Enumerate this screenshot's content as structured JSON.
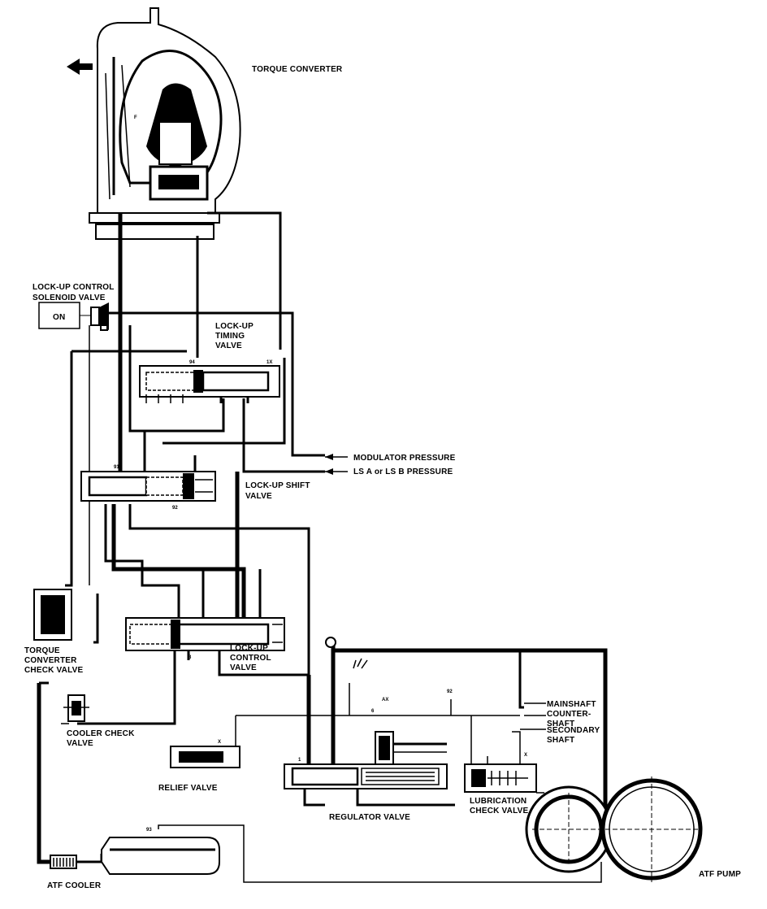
{
  "labels": {
    "torque_converter": "TORQUE CONVERTER",
    "solenoid_line1": "LOCK-UP CONTROL",
    "solenoid_line2": "SOLENOID VALVE",
    "solenoid_state": "ON",
    "timing_line1": "LOCK-UP",
    "timing_line2": "TIMING",
    "timing_line3": "VALVE",
    "modulator": "MODULATOR PRESSURE",
    "ls_pressure": "LS A or LS B PRESSURE",
    "shift_line1": "LOCK-UP SHIFT",
    "shift_line2": "VALVE",
    "tc_check_line1": "TORQUE",
    "tc_check_line2": "CONVERTER",
    "tc_check_line3": "CHECK VALVE",
    "control_line1": "LOCK-UP",
    "control_line2": "CONTROL",
    "control_line3": "VALVE",
    "mainshaft": "MAINSHAFT",
    "countershaft_line1": "COUNTER-",
    "countershaft_line2": "SHAFT",
    "secondary_line1": "SECONDARY",
    "secondary_line2": "SHAFT",
    "cooler_check_line1": "COOLER CHECK",
    "cooler_check_line2": "VALVE",
    "relief": "RELIEF VALVE",
    "regulator": "REGULATOR VALVE",
    "lube_line1": "LUBRICATION",
    "lube_line2": "CHECK VALVE",
    "atf_cooler": "ATF COOLER",
    "atf_pump": "ATF PUMP"
  },
  "port_labels": {
    "p_a": "94",
    "p_b": "91",
    "p_c": "92",
    "p_d": "3",
    "p_e": "1X",
    "p_f": "X",
    "p_g": "AX",
    "p_h": "92",
    "p_i": "6",
    "p_j": "1",
    "p_k": "X",
    "p_l": "93"
  },
  "colors": {
    "ink": "#000000",
    "paper": "#ffffff"
  }
}
